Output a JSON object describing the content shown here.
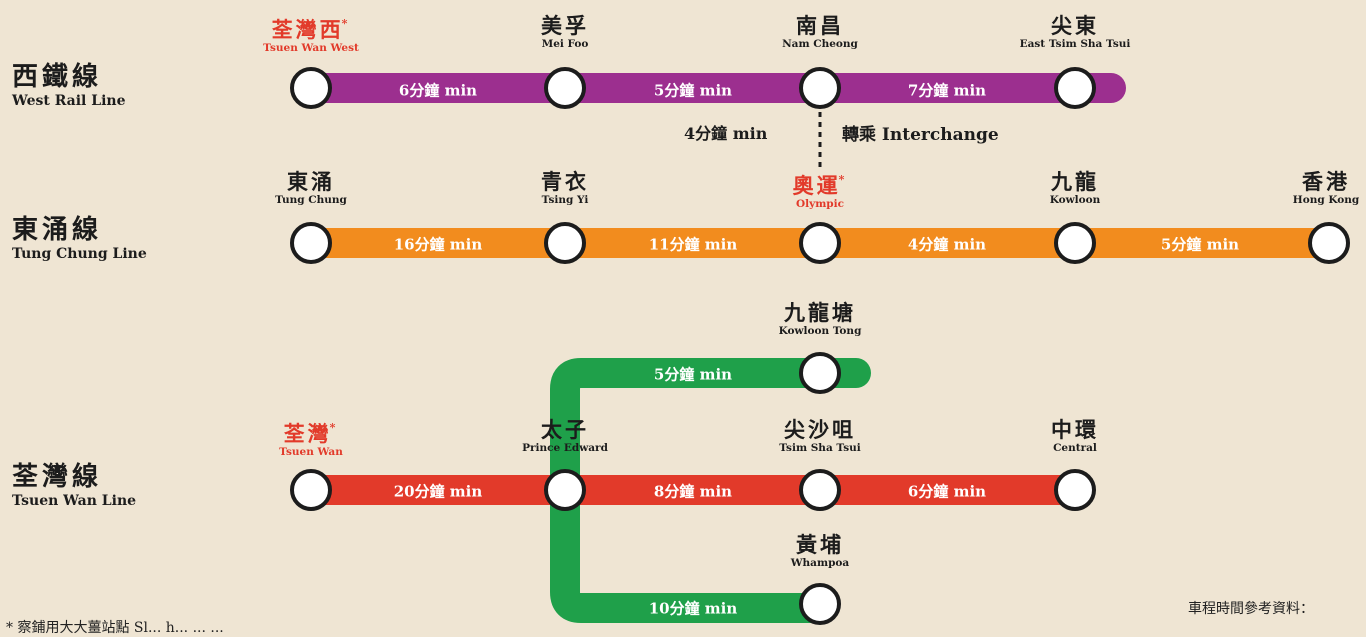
{
  "lines": {
    "west_rail": {
      "zh": "西鐵線",
      "en": "West Rail Line",
      "color": "#9c2f8f"
    },
    "tung_chung": {
      "zh": "東涌線",
      "en": "Tung Chung Line",
      "color": "#f28c1e"
    },
    "tsuen_wan": {
      "zh": "荃灣線",
      "en": "Tsuen Wan Line",
      "color": "#e23a2a"
    },
    "kwun_tong": {
      "color": "#1fa04a"
    }
  },
  "stations": {
    "tsuen_wan_west": {
      "zh": "荃灣西",
      "en": "Tsuen Wan West",
      "mark": "*"
    },
    "mei_foo": {
      "zh": "美孚",
      "en": "Mei Foo"
    },
    "nam_cheong": {
      "zh": "南昌",
      "en": "Nam Cheong"
    },
    "east_tst": {
      "zh": "尖東",
      "en": "East Tsim Sha Tsui"
    },
    "tung_chung": {
      "zh": "東涌",
      "en": "Tung Chung"
    },
    "tsing_yi": {
      "zh": "青衣",
      "en": "Tsing Yi"
    },
    "olympic": {
      "zh": "奧運",
      "en": "Olympic",
      "mark": "*"
    },
    "kowloon": {
      "zh": "九龍",
      "en": "Kowloon"
    },
    "hong_kong": {
      "zh": "香港",
      "en": "Hong Kong"
    },
    "kowloon_tong": {
      "zh": "九龍塘",
      "en": "Kowloon Tong"
    },
    "tsuen_wan": {
      "zh": "荃灣",
      "en": "Tsuen Wan",
      "mark": "*"
    },
    "prince_edward": {
      "zh": "太子",
      "en": "Prince Edward"
    },
    "tst": {
      "zh": "尖沙咀",
      "en": "Tsim Sha Tsui"
    },
    "central": {
      "zh": "中環",
      "en": "Central"
    },
    "whampoa": {
      "zh": "黃埔",
      "en": "Whampoa"
    }
  },
  "times": {
    "wr_1": "6分鐘 min",
    "wr_2": "5分鐘 min",
    "wr_3": "7分鐘 min",
    "tc_1": "16分鐘 min",
    "tc_2": "11分鐘 min",
    "tc_3": "4分鐘 min",
    "tc_4": "5分鐘 min",
    "kt_upper": "5分鐘 min",
    "tw_1": "20分鐘 min",
    "tw_2": "8分鐘 min",
    "tw_3": "6分鐘 min",
    "kt_lower": "10分鐘 min"
  },
  "interchange": {
    "time": "4分鐘 min",
    "label": "轉乘 Interchange"
  },
  "footnote": "* 察鋪用大大薑站點 Sl... h... ... ...",
  "source": "車程時間參考資料："
}
